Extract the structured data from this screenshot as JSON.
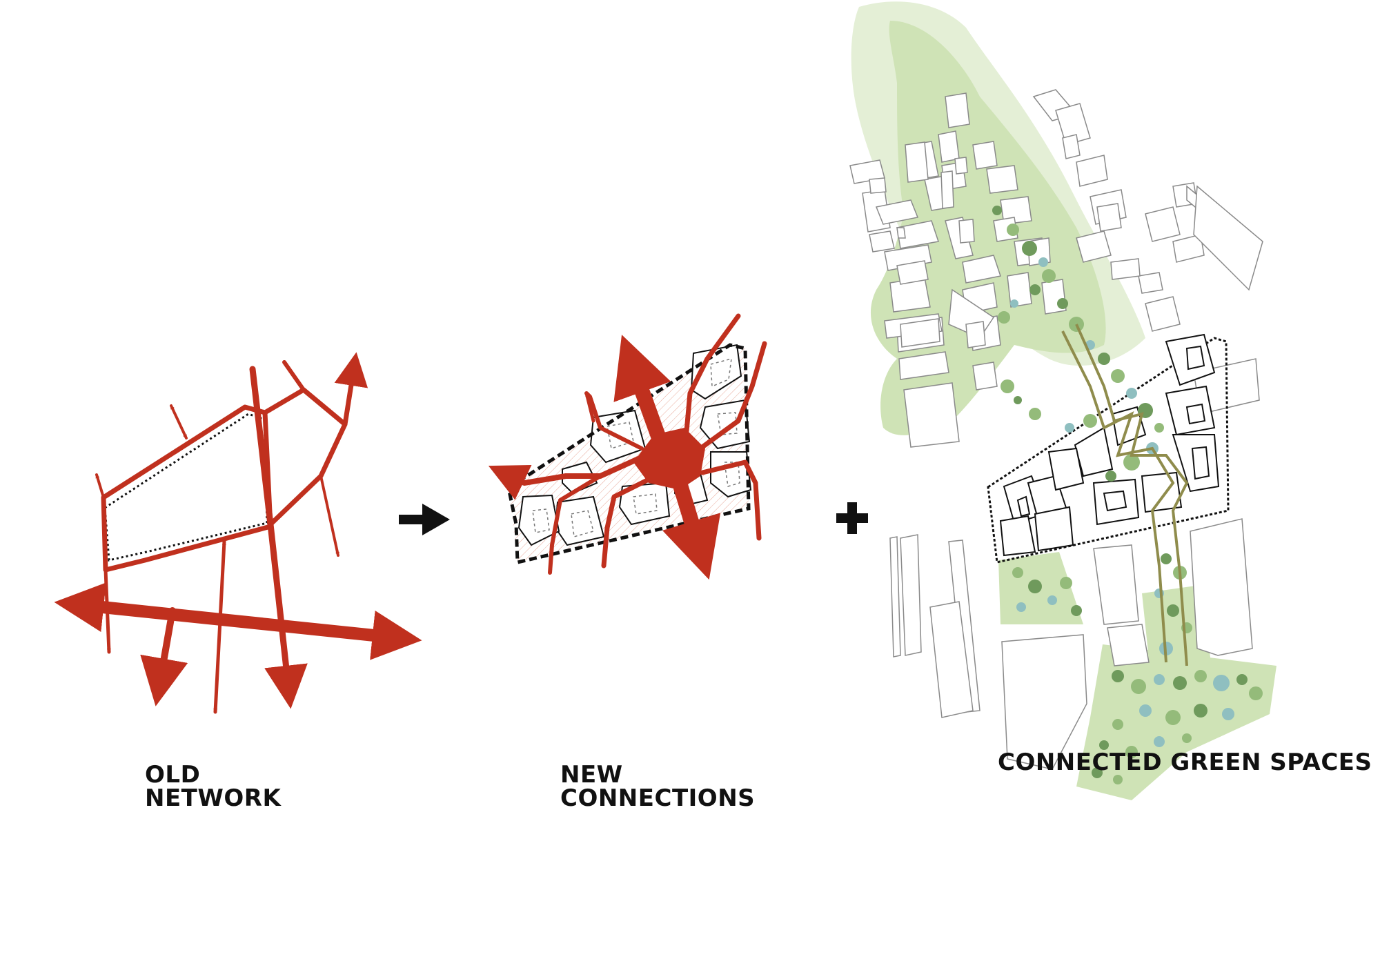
{
  "labels": {
    "old_network_line1": "OLD",
    "old_network_line2": "NETWORK",
    "new_connections_line1": "NEW",
    "new_connections_line2": "CONNECTIONS",
    "green_spaces": "CONNECTED GREEN SPACES"
  },
  "operators": {
    "arrow": "arrow-right-icon",
    "plus": "plus-icon"
  },
  "colors": {
    "network_red": "#c0301e",
    "green_area": "#cfe3b6",
    "green_area_light": "#e4efd6",
    "green_path": "#8f8c4c",
    "tree_dark": "#6f9a5c",
    "tree_mid": "#94bb7a",
    "tree_teal": "#8fbfc0",
    "building_stroke": "#8a8a8a",
    "black": "#111111"
  }
}
